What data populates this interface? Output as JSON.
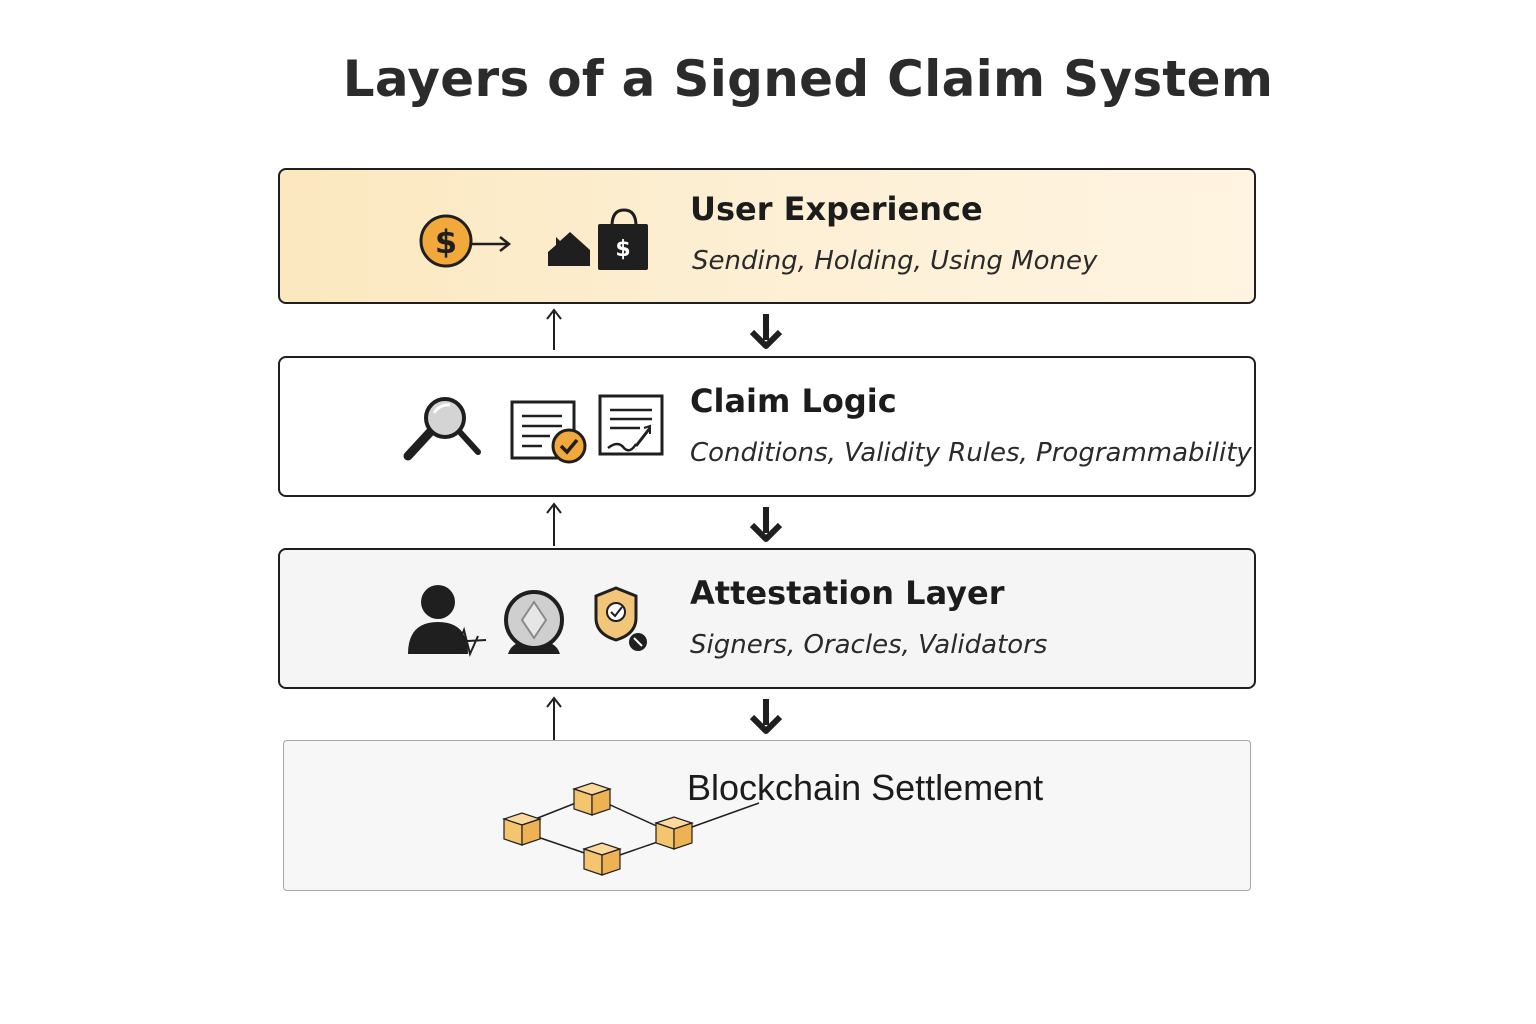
{
  "title": "Layers of a Signed Claim System",
  "layers": [
    {
      "title": "User Experience",
      "subtitle": "Sending, Holding, Using Money",
      "icons": [
        "dollar-coin-icon",
        "arrow-right-icon",
        "house-icon",
        "shopping-bag-icon"
      ]
    },
    {
      "title": "Claim Logic",
      "subtitle": "Conditions, Validity Rules, Programmability",
      "icons": [
        "magnifying-glass-icon",
        "document-check-icon",
        "signed-contract-icon"
      ]
    },
    {
      "title": "Attestation Layer",
      "subtitle": "Signers, Oracles, Validators",
      "icons": [
        "signer-person-icon",
        "oracle-crystal-ball-icon",
        "validator-shield-icon"
      ]
    },
    {
      "title": "Blockchain Settlement",
      "icons": [
        "blockchain-network-icon"
      ]
    }
  ],
  "colors": {
    "accent": "#f2a93b",
    "ux_background": "#fbe8bf",
    "border": "#1f1f1f"
  }
}
